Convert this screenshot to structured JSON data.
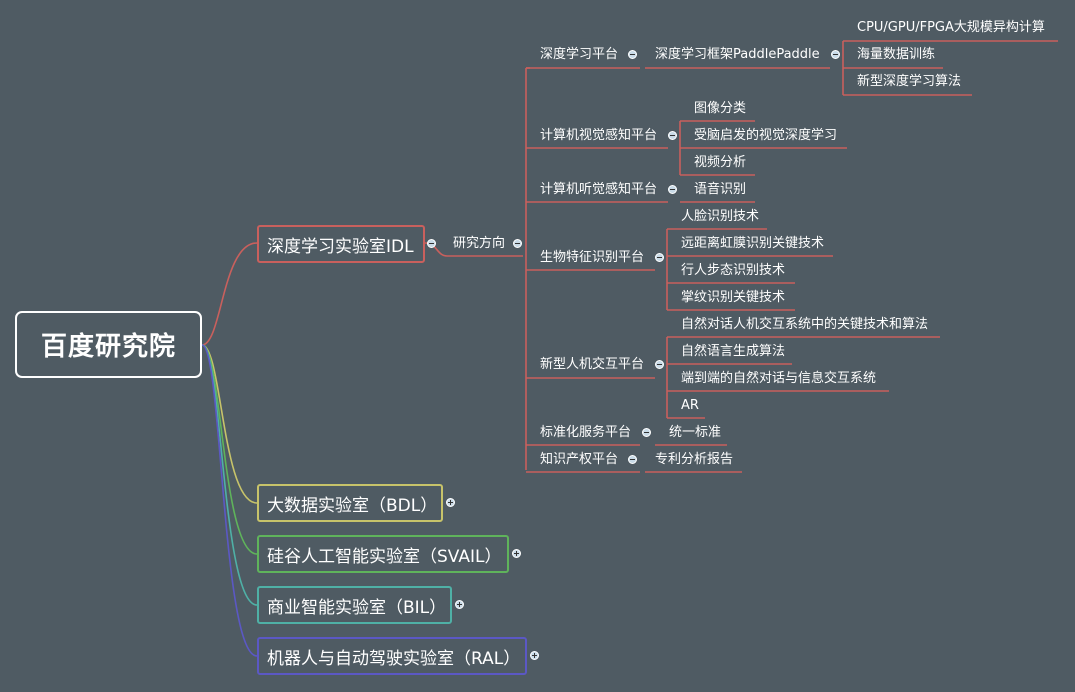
{
  "root": "百度研究院",
  "labs": {
    "idl": "深度学习实验室IDL",
    "bdl": "大数据实验室（BDL）",
    "svail": "硅谷人工智能实验室（SVAIL）",
    "bil": "商业智能实验室（BIL）",
    "ral": "机器人与自动驾驶实验室（RAL）"
  },
  "research_direction": "研究方向",
  "platforms": {
    "dl": "深度学习平台",
    "cv": "计算机视觉感知平台",
    "asr": "计算机听觉感知平台",
    "bio": "生物特征识别平台",
    "hci": "新型人机交互平台",
    "std": "标准化服务平台",
    "ip": "知识产权平台"
  },
  "leaves": {
    "paddle": "深度学习框架PaddlePaddle",
    "paddle1": "CPU/GPU/FPGA大规模异构计算",
    "paddle2": "海量数据训练",
    "paddle3": "新型深度学习算法",
    "cv1": "图像分类",
    "cv2": "受脑启发的视觉深度学习",
    "cv3": "视频分析",
    "asr1": "语音识别",
    "bio1": "人脸识别技术",
    "bio2": "远距离虹膜识别关键技术",
    "bio3": "行人步态识别技术",
    "bio4": "掌纹识别关键技术",
    "hci1": "自然对话人机交互系统中的关键技术和算法",
    "hci2": "自然语言生成算法",
    "hci3": "端到端的自然对话与信息交互系统",
    "hci4": "AR",
    "std1": "统一标准",
    "ip1": "专利分析报告"
  },
  "colors": {
    "background": "#4f5b63",
    "idl": "#c9605d",
    "bdl": "#c7c36a",
    "svail": "#5fb35b",
    "bil": "#4fb0a6",
    "ral": "#5b58c4"
  }
}
